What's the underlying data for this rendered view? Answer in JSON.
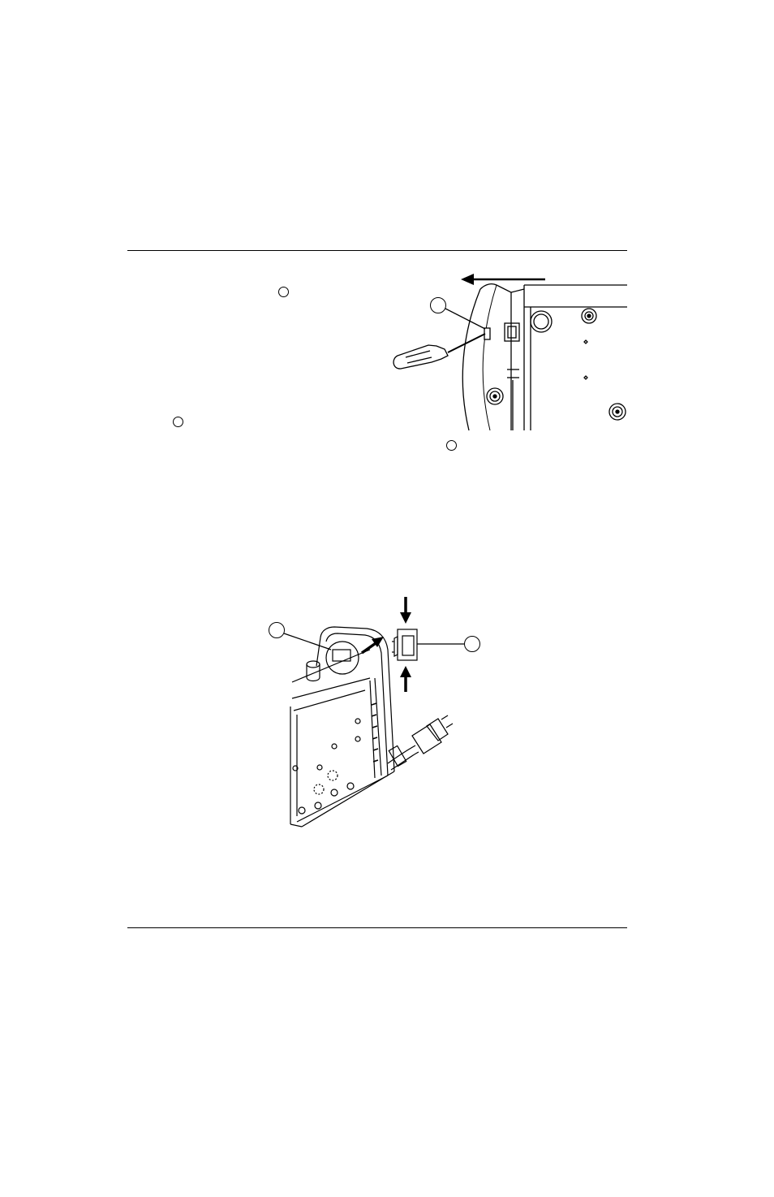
{
  "page": {
    "background": "#ffffff",
    "ink": "#000000"
  },
  "figures": [
    {
      "icon": "cover-removal-screwdriver-illustration"
    },
    {
      "icon": "power-switch-removal-illustration"
    }
  ],
  "callouts": [
    {
      "icon": "callout-circle"
    },
    {
      "icon": "callout-circle"
    },
    {
      "icon": "callout-circle"
    },
    {
      "icon": "callout-circle"
    },
    {
      "icon": "callout-circle"
    },
    {
      "icon": "callout-circle"
    }
  ]
}
